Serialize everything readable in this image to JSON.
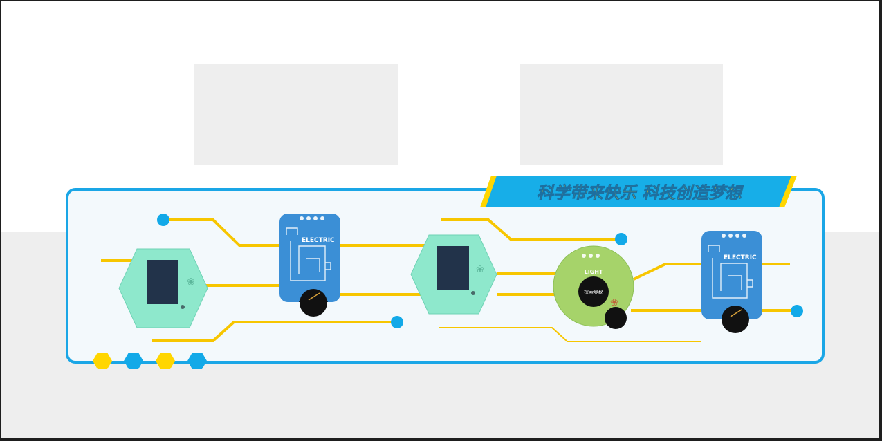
{
  "banner": {
    "slogan": "科学带来快乐 科技创造梦想"
  },
  "panels": {
    "electric_1": {
      "label": "ELECTRIC"
    },
    "light": {
      "label": "LIGHT",
      "button": "探索奥秘"
    },
    "electric_2": {
      "label": "ELECTRIC"
    }
  },
  "colors": {
    "frame": "#1aa6e6",
    "line": "#f7c600",
    "dot": "#12a9e8",
    "hexagon": "#8ee8cc",
    "electric_panel": "#3b8fd6",
    "light_panel": "#a6d36a",
    "banner_bg": "#17aee8",
    "banner_text": "#ffd600"
  }
}
